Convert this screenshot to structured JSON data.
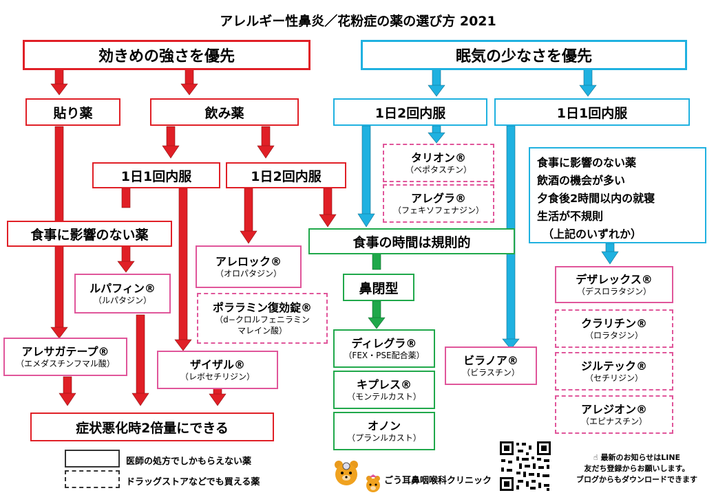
{
  "title": "アレルギー性鼻炎／花粉症の薬の選び方 2021",
  "left": {
    "header": "効きめの強さを優先",
    "patch": "貼り薬",
    "oral": "飲み薬",
    "once_daily": "1日1回内服",
    "twice_daily": "1日2回内服",
    "no_food_effect": "食事に影響のない薬",
    "rupafin": {
      "name": "ルパフィン®",
      "generic": "（ルパタジン）"
    },
    "allelock": {
      "name": "アレロック®",
      "generic": "（オロパタジン）"
    },
    "polaramine": {
      "name": "ポララミン復効錠®",
      "generic1": "（d−クロルフェニラミン",
      "generic2": "マレイン酸）"
    },
    "allesaga": {
      "name": "アレサガテープ®",
      "generic": "（エメダスチンフマル酸）"
    },
    "xyzal": {
      "name": "ザイザル®",
      "generic": "（レボセチリジン）"
    },
    "double_dose": "症状悪化時2倍量にできる"
  },
  "right": {
    "header": "眠気の少なさを優先",
    "twice_daily": "1日2回内服",
    "once_daily": "1日1回内服",
    "talion": {
      "name": "タリオン®",
      "generic": "（ベポタスチン）"
    },
    "allegra": {
      "name": "アレグラ®",
      "generic": "（フェキソフェナジン）"
    },
    "regular_meals": "食事の時間は規則的",
    "nasal_block": "鼻閉型",
    "dellegra": {
      "name": "ディレグラ®",
      "generic": "（FEX・PSE配合薬）"
    },
    "kipres": {
      "name": "キプレス®",
      "generic": "（モンテルカスト）"
    },
    "onon": {
      "name": "オノン",
      "generic": "（プランルカスト）"
    },
    "bilanoa": {
      "name": "ビラノア®",
      "generic": "（ビラスチン）"
    },
    "conditions": [
      "食事に影響のない薬",
      "飲酒の機会が多い",
      "夕食後2時間以内の就寝",
      "生活が不規則",
      "　（上記のいずれか）"
    ],
    "desalex": {
      "name": "デザレックス®",
      "generic": "（デスロラタジン）"
    },
    "claritin": {
      "name": "クラリチン®",
      "generic": "（ロラタジン）"
    },
    "zyrtec": {
      "name": "ジルテック®",
      "generic": "（セチリジン）"
    },
    "allelgion": {
      "name": "アレジオン®",
      "generic": "（エピナスチン）"
    }
  },
  "legend": {
    "solid": "医師の処方でしかもらえない薬",
    "dashed": "ドラッグストアなどでも買える薬"
  },
  "clinic": {
    "name": "ごう耳鼻咽喉科クリニック",
    "notice1": "☝ 最新のお知らせはLINE",
    "notice2": "友だち登録からお願いします。",
    "notice3": "ブログからもダウンロードできます"
  },
  "colors": {
    "red": "#e01f26",
    "blue": "#1fb1e0",
    "green": "#1fa84a",
    "pink": "#e0559a"
  }
}
